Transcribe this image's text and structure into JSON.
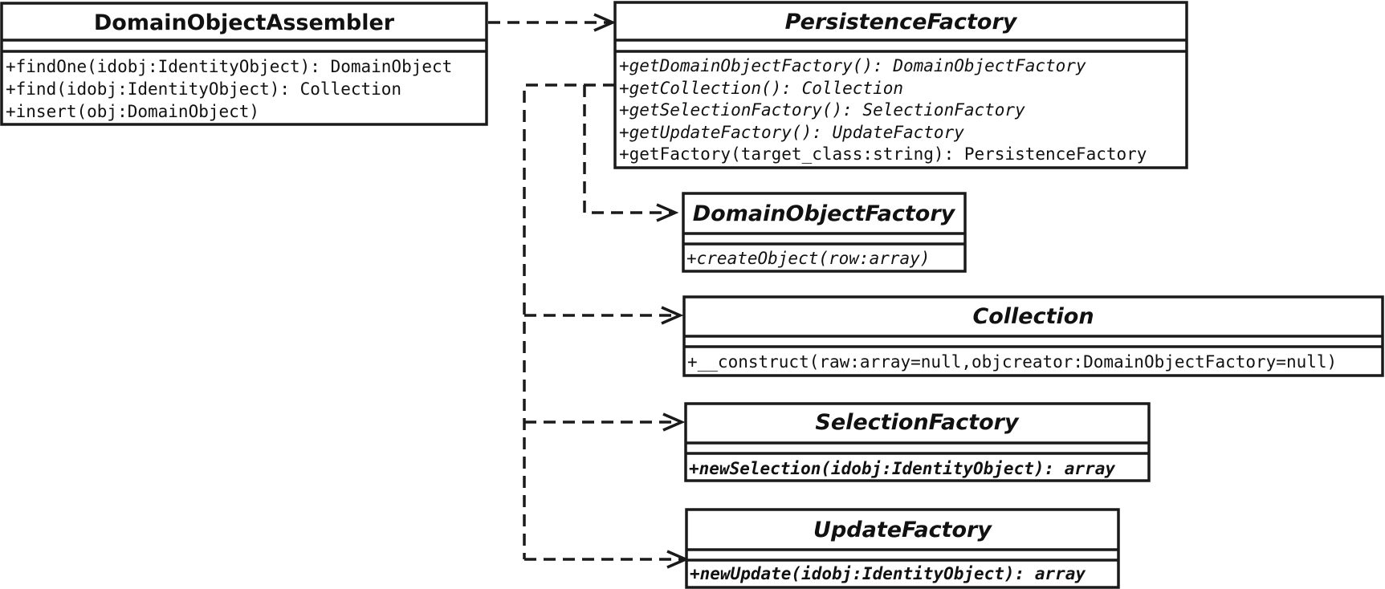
{
  "classes": {
    "domain_object_assembler": {
      "name": "DomainObjectAssembler",
      "methods": [
        "+findOne(idobj:IdentityObject): DomainObject",
        "+find(idobj:IdentityObject): Collection",
        "+insert(obj:DomainObject)"
      ]
    },
    "persistence_factory": {
      "name": "PersistenceFactory",
      "methods": [
        "+getDomainObjectFactory(): DomainObjectFactory",
        "+getCollection(): Collection",
        "+getSelectionFactory(): SelectionFactory",
        "+getUpdateFactory(): UpdateFactory",
        "+getFactory(target_class:string): PersistenceFactory"
      ]
    },
    "domain_object_factory": {
      "name": "DomainObjectFactory",
      "methods": [
        "+createObject(row:array)"
      ]
    },
    "collection": {
      "name": "Collection",
      "methods": [
        "+__construct(raw:array=null,objcreator:DomainObjectFactory=null)"
      ]
    },
    "selection_factory": {
      "name": "SelectionFactory",
      "methods": [
        "+newSelection(idobj:IdentityObject): array"
      ]
    },
    "update_factory": {
      "name": "UpdateFactory",
      "methods": [
        "+newUpdate(idobj:IdentityObject): array"
      ]
    }
  },
  "colors": {
    "line": "#1a1a1a",
    "background": "#ffffff"
  }
}
